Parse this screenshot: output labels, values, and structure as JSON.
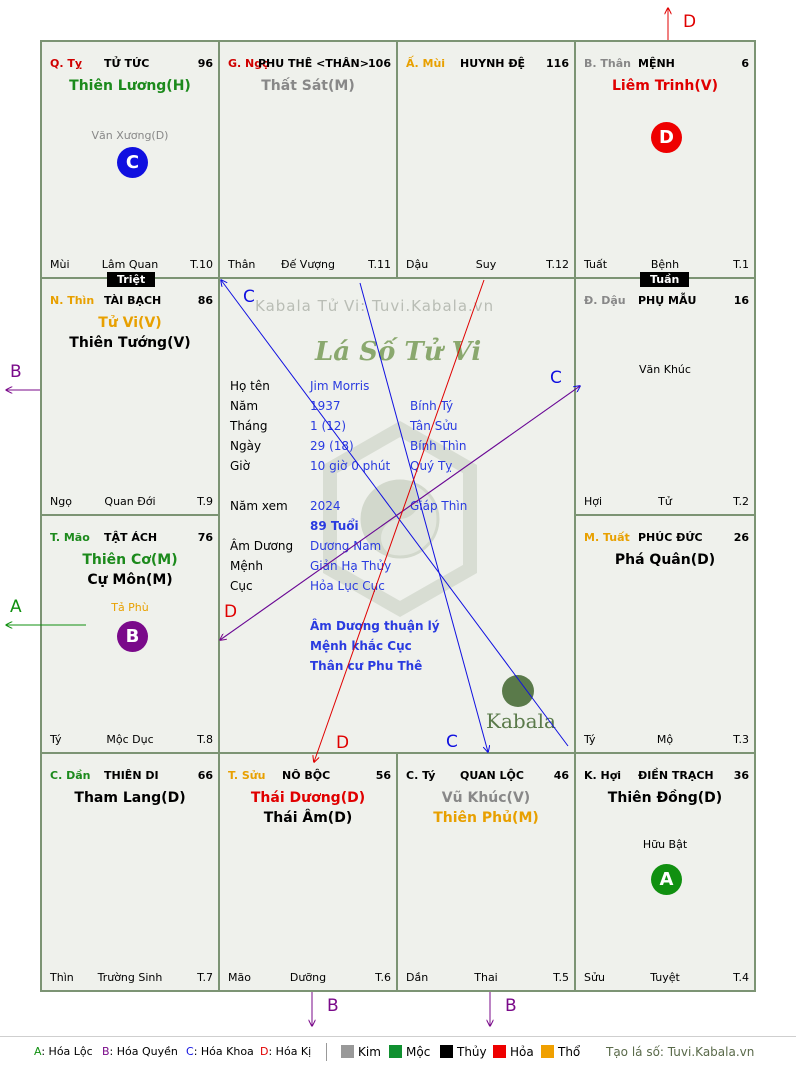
{
  "palaces": [
    {
      "position": "Q. Tỵ",
      "position_color": "#d00000",
      "name": "TỬ TỨC",
      "age": "96",
      "main_stars": [
        {
          "text": "Thiên Lương(H)",
          "color": "#1c8a1c"
        }
      ],
      "minor_stars": [
        {
          "text": "Văn Xương(D)",
          "color": "#888888"
        }
      ],
      "badge": {
        "letter": "C",
        "color": "#1010e0"
      },
      "bottom_left": "Mùi",
      "bottom_mid": "Lâm Quan",
      "bottom_right": "T.10"
    },
    {
      "position": "G. Ngọ",
      "position_color": "#d00000",
      "name": "PHU THÊ <THÂN>",
      "age": "106",
      "main_stars": [
        {
          "text": "Thất Sát(M)",
          "color": "#888888"
        }
      ],
      "minor_stars": [],
      "badge": null,
      "bottom_left": "Thân",
      "bottom_mid": "Đế Vượng",
      "bottom_right": "T.11"
    },
    {
      "position": "Ấ. Mùi",
      "position_color": "#e8a000",
      "name": "HUYNH ĐỆ",
      "age": "116",
      "main_stars": [],
      "minor_stars": [],
      "badge": null,
      "bottom_left": "Dậu",
      "bottom_mid": "Suy",
      "bottom_right": "T.12"
    },
    {
      "position": "B. Thân",
      "position_color": "#888888",
      "name": "MỆNH",
      "age": "6",
      "main_stars": [
        {
          "text": "Liêm Trinh(V)",
          "color": "#e00000"
        }
      ],
      "minor_stars": [],
      "badge": {
        "letter": "D",
        "color": "#ee0000"
      },
      "bottom_left": "Tuất",
      "bottom_mid": "Bệnh",
      "bottom_right": "T.1"
    },
    {
      "position": "N. Thìn",
      "position_color": "#e8a000",
      "name": "TÀI BẠCH",
      "age": "86",
      "main_stars": [
        {
          "text": "Tử Vi(V)",
          "color": "#e8a000"
        },
        {
          "text": "Thiên Tướng(V)",
          "color": "#000000"
        }
      ],
      "minor_stars": [],
      "badge": null,
      "bottom_left": "Ngọ",
      "bottom_mid": "Quan Đới",
      "bottom_right": "T.9"
    },
    {
      "position": "Đ. Dậu",
      "position_color": "#888888",
      "name": "PHỤ MẪU",
      "age": "16",
      "main_stars": [],
      "minor_stars": [
        {
          "text": "Văn Khúc",
          "color": "#000000"
        }
      ],
      "badge": null,
      "bottom_left": "Hợi",
      "bottom_mid": "Tử",
      "bottom_right": "T.2"
    },
    {
      "position": "T. Mão",
      "position_color": "#1c8a1c",
      "name": "TẬT ÁCH",
      "age": "76",
      "main_stars": [
        {
          "text": "Thiên Cơ(M)",
          "color": "#1c8a1c"
        },
        {
          "text": "Cự Môn(M)",
          "color": "#000000"
        }
      ],
      "minor_stars": [
        {
          "text": "Tả Phù",
          "color": "#e8a000"
        }
      ],
      "badge": {
        "letter": "B",
        "color": "#7a0a8a"
      },
      "bottom_left": "Tý",
      "bottom_mid": "Mộc Dục",
      "bottom_right": "T.8"
    },
    {
      "position": "M. Tuất",
      "position_color": "#e8a000",
      "name": "PHÚC ĐỨC",
      "age": "26",
      "main_stars": [
        {
          "text": "Phá Quân(D)",
          "color": "#000000"
        }
      ],
      "minor_stars": [],
      "badge": null,
      "bottom_left": "Tý",
      "bottom_mid": "Mộ",
      "bottom_right": "T.3"
    },
    {
      "position": "C. Dần",
      "position_color": "#1c8a1c",
      "name": "THIÊN DI",
      "age": "66",
      "main_stars": [
        {
          "text": "Tham Lang(D)",
          "color": "#000000"
        }
      ],
      "minor_stars": [],
      "badge": null,
      "bottom_left": "Thìn",
      "bottom_mid": "Trường Sinh",
      "bottom_right": "T.7"
    },
    {
      "position": "T. Sửu",
      "position_color": "#e8a000",
      "name": "NÔ BỘC",
      "age": "56",
      "main_stars": [
        {
          "text": "Thái Dương(D)",
          "color": "#e00000"
        },
        {
          "text": "Thái Âm(D)",
          "color": "#000000"
        }
      ],
      "minor_stars": [],
      "badge": null,
      "bottom_left": "Mão",
      "bottom_mid": "Dưỡng",
      "bottom_right": "T.6"
    },
    {
      "position": "C. Tý",
      "position_color": "#000000",
      "name": "QUAN LỘC",
      "age": "46",
      "main_stars": [
        {
          "text": "Vũ Khúc(V)",
          "color": "#888888"
        },
        {
          "text": "Thiên Phủ(M)",
          "color": "#e8a000"
        }
      ],
      "minor_stars": [],
      "badge": null,
      "bottom_left": "Dần",
      "bottom_mid": "Thai",
      "bottom_right": "T.5"
    },
    {
      "position": "K. Hợi",
      "position_color": "#000000",
      "name": "ĐIỀN TRẠCH",
      "age": "36",
      "main_stars": [
        {
          "text": "Thiên Đồng(D)",
          "color": "#000000"
        }
      ],
      "minor_stars": [
        {
          "text": "Hữu Bật",
          "color": "#000000"
        }
      ],
      "badge": {
        "letter": "A",
        "color": "#109010"
      },
      "bottom_left": "Sửu",
      "bottom_mid": "Tuyệt",
      "bottom_right": "T.4"
    }
  ],
  "tags": {
    "triet": "Triệt",
    "tuan": "Tuần"
  },
  "center": {
    "site": "Kabala Tử Vi: Tuvi.Kabala.vn",
    "title": "Lá Số Tử Vi",
    "logo": "Kabala",
    "rows": [
      {
        "label": "Họ tên",
        "value": "Jim Morris",
        "extra": ""
      },
      {
        "label": "Năm",
        "value": "1937",
        "extra": "Bính Tý"
      },
      {
        "label": "Tháng",
        "value": "1  (12)",
        "extra": "Tân Sửu"
      },
      {
        "label": "Ngày",
        "value": "29  (18)",
        "extra": "Bính Thìn"
      },
      {
        "label": "Giờ",
        "value": "10 giờ 0 phút",
        "extra": "Quý Tỵ"
      }
    ],
    "year_view": {
      "label": "Năm xem",
      "value": "2024",
      "extra": "Giáp Thìn"
    },
    "age_text": "89 Tuổi",
    "rows2": [
      {
        "label": "Âm Dương",
        "value": "Dương Nam"
      },
      {
        "label": "Mệnh",
        "value": "Giản Hạ Thủy"
      },
      {
        "label": "Cục",
        "value": "Hỏa Lục Cục"
      }
    ],
    "notes": [
      "Âm Dương thuận lý",
      "Mệnh khắc Cục",
      "Thân cư Phu Thê"
    ]
  },
  "arrow_labels": [
    {
      "text": "D",
      "color": "#e00000"
    },
    {
      "text": "B",
      "color": "#7a0a8a"
    },
    {
      "text": "A",
      "color": "#109010"
    },
    {
      "text": "B",
      "color": "#7a0a8a"
    },
    {
      "text": "B",
      "color": "#7a0a8a"
    },
    {
      "text": "C",
      "color": "#1010e0"
    },
    {
      "text": "C",
      "color": "#1010e0"
    },
    {
      "text": "C",
      "color": "#1010e0"
    },
    {
      "text": "D",
      "color": "#e00000"
    },
    {
      "text": "D",
      "color": "#e00000"
    }
  ],
  "legend": {
    "items": [
      {
        "key": "A",
        "desc": ": Hóa Lộc",
        "color": "#109010"
      },
      {
        "key": "B",
        "desc": ": Hóa Quyền",
        "color": "#7a0a8a"
      },
      {
        "key": "C",
        "desc": ": Hóa Khoa",
        "color": "#1010e0"
      },
      {
        "key": "D",
        "desc": ": Hóa Kị",
        "color": "#e00000"
      }
    ],
    "elements": [
      {
        "name": "Kim",
        "color": "#999999"
      },
      {
        "name": "Mộc",
        "color": "#109030"
      },
      {
        "name": "Thủy",
        "color": "#000000"
      },
      {
        "name": "Hỏa",
        "color": "#ee0000"
      },
      {
        "name": "Thổ",
        "color": "#f0a000"
      }
    ],
    "site_text": "Tạo lá số: Tuvi.Kabala.vn"
  }
}
